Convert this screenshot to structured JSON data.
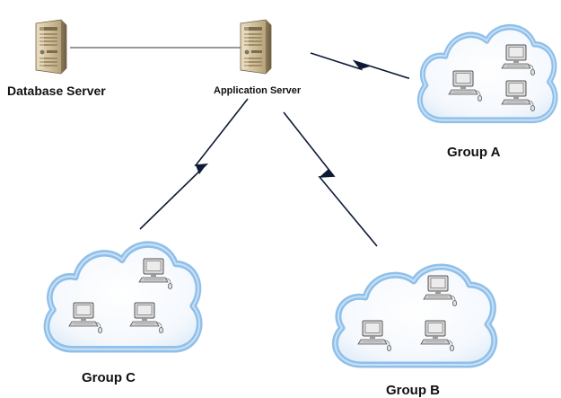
{
  "nodes": {
    "database_server": {
      "label": "Database Server",
      "icon": "server-icon"
    },
    "application_server": {
      "label": "Application Server",
      "icon": "server-icon"
    },
    "group_a": {
      "label": "Group A",
      "icon": "cloud-icon",
      "members": 3
    },
    "group_b": {
      "label": "Group B",
      "icon": "cloud-icon",
      "members": 3
    },
    "group_c": {
      "label": "Group C",
      "icon": "cloud-icon",
      "members": 3
    }
  },
  "links": [
    {
      "from": "database_server",
      "to": "application_server",
      "kind": "wired"
    },
    {
      "from": "application_server",
      "to": "group_a",
      "kind": "wireless"
    },
    {
      "from": "application_server",
      "to": "group_b",
      "kind": "wireless"
    },
    {
      "from": "application_server",
      "to": "group_c",
      "kind": "wireless"
    }
  ],
  "colors": {
    "cloud_outline": "#8fc0ea",
    "cloud_fill": "#f6f9fd",
    "link": "#0c1a33",
    "server_body": "#cdbb96",
    "label": "#111111"
  }
}
